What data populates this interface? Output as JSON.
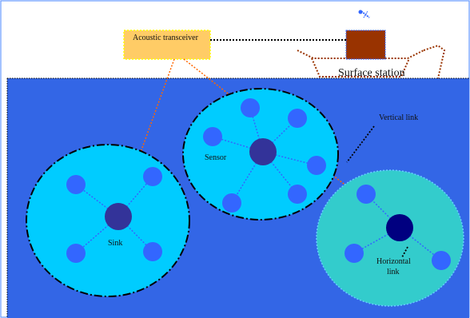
{
  "labels": {
    "acoustic_transceiver": "Acoustic transceiver",
    "surface_station": "Surface station",
    "vertical_link": "Vertical link",
    "sensor": "Sensor",
    "sink": "Sink",
    "horizontal_link_line1": "Horizontal",
    "horizontal_link_line2": "link"
  },
  "colors": {
    "water": "#3366e6",
    "cluster_fill": "#00ccff",
    "cluster_fill_right": "#33cccc",
    "sensor_node": "#3366ff",
    "sink_node": "#333399",
    "sink_node_right": "#000080",
    "transceiver_box": "#ffcc66",
    "transceiver_border": "#ffff00",
    "station_box": "#993300",
    "boat_hull": "#993300",
    "acoustic_link": "#ff6600"
  },
  "icons": {
    "antenna": "satellite-antenna-icon"
  }
}
